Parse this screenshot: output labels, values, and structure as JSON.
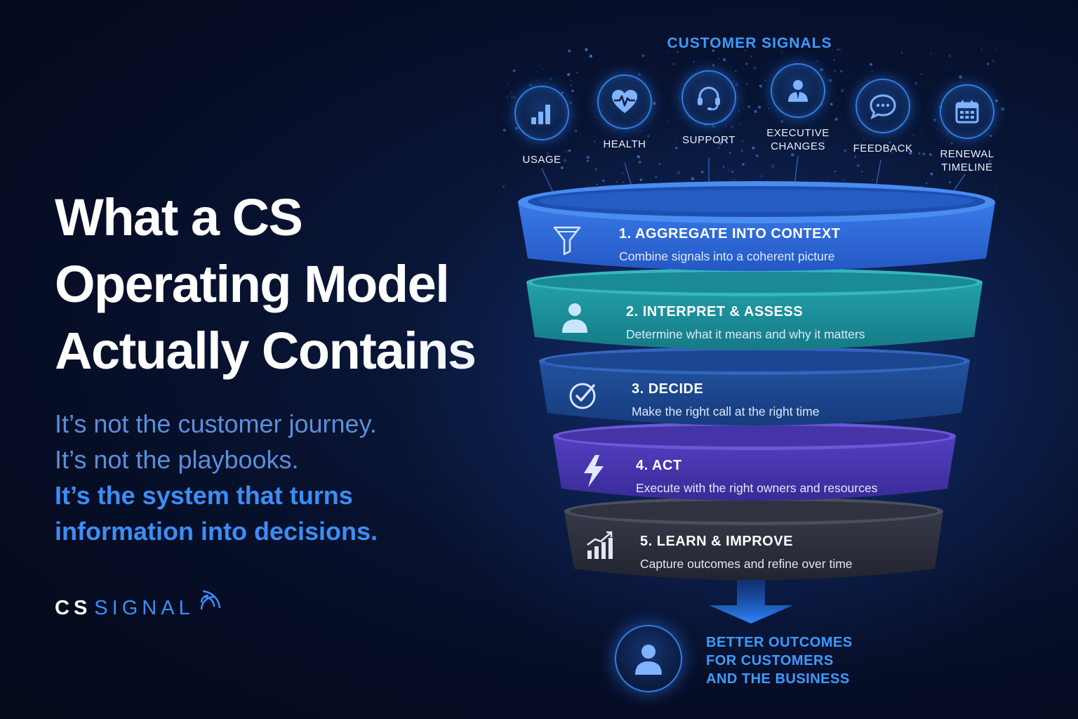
{
  "headline": {
    "line1": "What a CS",
    "line2": "Operating Model",
    "line3": "Actually Contains"
  },
  "subtext": {
    "line1": "It’s not the customer journey.",
    "line2": "It’s not the playbooks.",
    "line3": "It’s the system that turns",
    "line4": "information into decisions."
  },
  "logo": {
    "cs": "CS",
    "signal": "SIGNAL",
    "icon": "signal-waves-icon"
  },
  "signals": {
    "title": "CUSTOMER SIGNALS",
    "items": [
      {
        "line1": "USAGE",
        "line2": "",
        "icon": "bar-chart-icon"
      },
      {
        "line1": "HEALTH",
        "line2": "",
        "icon": "heart-pulse-icon"
      },
      {
        "line1": "SUPPORT",
        "line2": "",
        "icon": "headset-icon"
      },
      {
        "line1": "EXECUTIVE",
        "line2": "CHANGES",
        "icon": "executive-person-icon"
      },
      {
        "line1": "FEEDBACK",
        "line2": "",
        "icon": "chat-bubble-icon"
      },
      {
        "line1": "RENEWAL",
        "line2": "TIMELINE",
        "icon": "calendar-icon"
      }
    ]
  },
  "stages": [
    {
      "title": "1. AGGREGATE INTO CONTEXT",
      "desc": "Combine signals into a coherent picture",
      "icon": "funnel-icon",
      "color": "#2f6fd6"
    },
    {
      "title": "2. INTERPRET & ASSESS",
      "desc": "Determine what it means and why it matters",
      "icon": "person-icon",
      "color": "#1a8f9a"
    },
    {
      "title": "3. DECIDE",
      "desc": "Make the right call at the right time",
      "icon": "check-circle-icon",
      "color": "#1d4a9a"
    },
    {
      "title": "4. ACT",
      "desc": "Execute with the right owners and resources",
      "icon": "lightning-icon",
      "color": "#4a35b0"
    },
    {
      "title": "5. LEARN & IMPROVE",
      "desc": "Capture outcomes and refine over time",
      "icon": "growth-chart-icon",
      "color": "#2a2d3a"
    }
  ],
  "outcome": {
    "line1": "BETTER OUTCOMES",
    "line2": "FOR CUSTOMERS",
    "line3": "AND THE BUSINESS",
    "icon": "person-icon"
  }
}
